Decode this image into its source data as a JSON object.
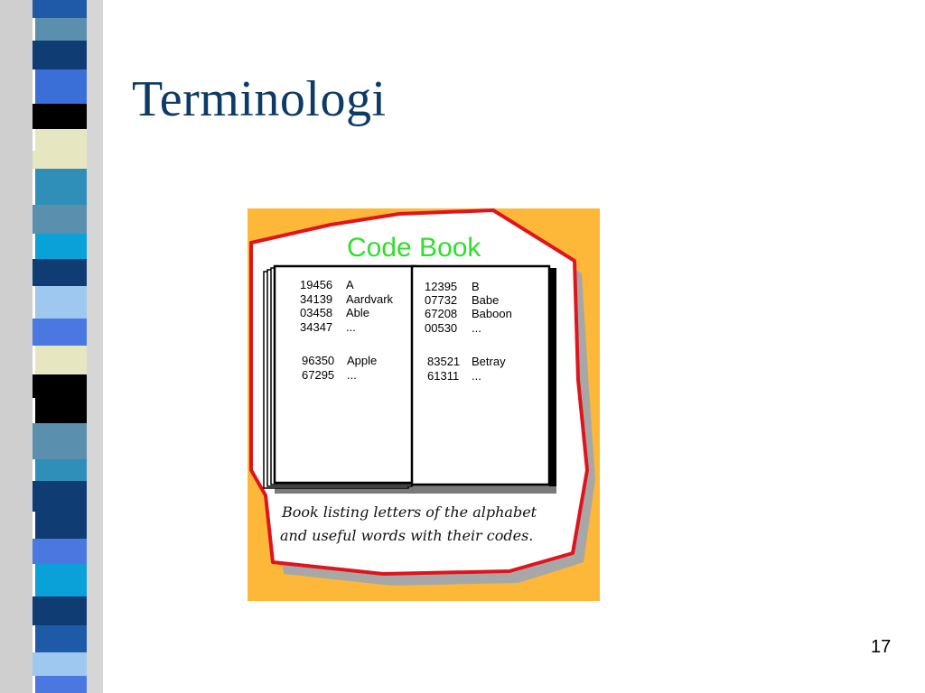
{
  "slide": {
    "title": "Terminologi",
    "number": "17"
  },
  "illustration": {
    "heading": "Code Book",
    "left_page": [
      {
        "code": "19456",
        "word": "A"
      },
      {
        "code": "34139",
        "word": "Aardvark"
      },
      {
        "code": "03458",
        "word": "Able"
      },
      {
        "code": "34347",
        "word": "..."
      },
      {
        "code": "96350",
        "word": "Apple"
      },
      {
        "code": "67295",
        "word": "..."
      }
    ],
    "right_page": [
      {
        "code": "12395",
        "word": "B"
      },
      {
        "code": "07732",
        "word": "Babe"
      },
      {
        "code": "67208",
        "word": "Baboon"
      },
      {
        "code": "00530",
        "word": "..."
      },
      {
        "code": "83521",
        "word": "Betray"
      },
      {
        "code": "61311",
        "word": "..."
      }
    ],
    "caption_line1": "Book listing letters of the alphabet",
    "caption_line2": "and useful words with their codes."
  },
  "colors": {
    "title": "#0d3b66",
    "illustration_background": "#fdb83a",
    "card_outline": "#e0141c",
    "heading": "#2de02a"
  }
}
